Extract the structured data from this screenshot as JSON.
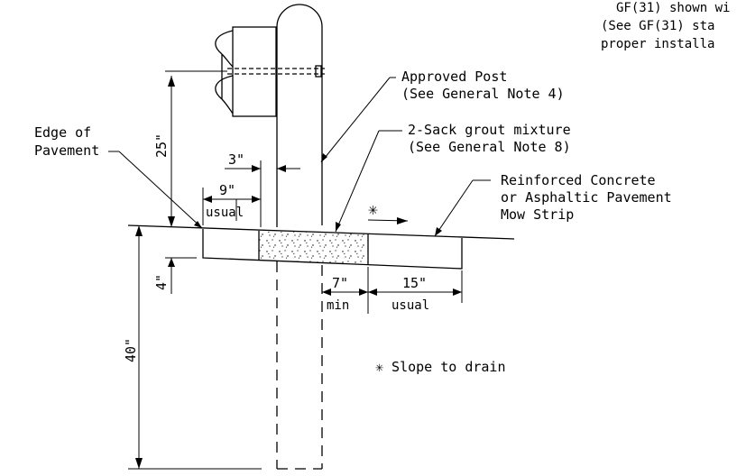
{
  "notes": {
    "top_line1": "GF(31) shown wi",
    "top_line2": "(See GF(31) sta",
    "top_line3": "proper installa"
  },
  "labels": {
    "approved_post_1": "Approved Post",
    "approved_post_2": "(See General Note 4)",
    "grout_1": "2-Sack grout mixture",
    "grout_2": "(See General Note 8)",
    "edge_1": "Edge of",
    "edge_2": "Pavement",
    "concrete_1": "Reinforced Concrete",
    "concrete_2": "or Asphaltic Pavement",
    "concrete_3": "Mow Strip",
    "slope_symbol": "✳",
    "slope_note": "✳ Slope to drain"
  },
  "dimensions": {
    "d25": "25\"",
    "d3": "3\"",
    "d9": "9\"",
    "d9_sub": "usual",
    "d4": "4\"",
    "d40": "40\"",
    "d7": "7\"",
    "d7_sub": "min",
    "d15": "15\"",
    "d15_sub": "usual"
  }
}
